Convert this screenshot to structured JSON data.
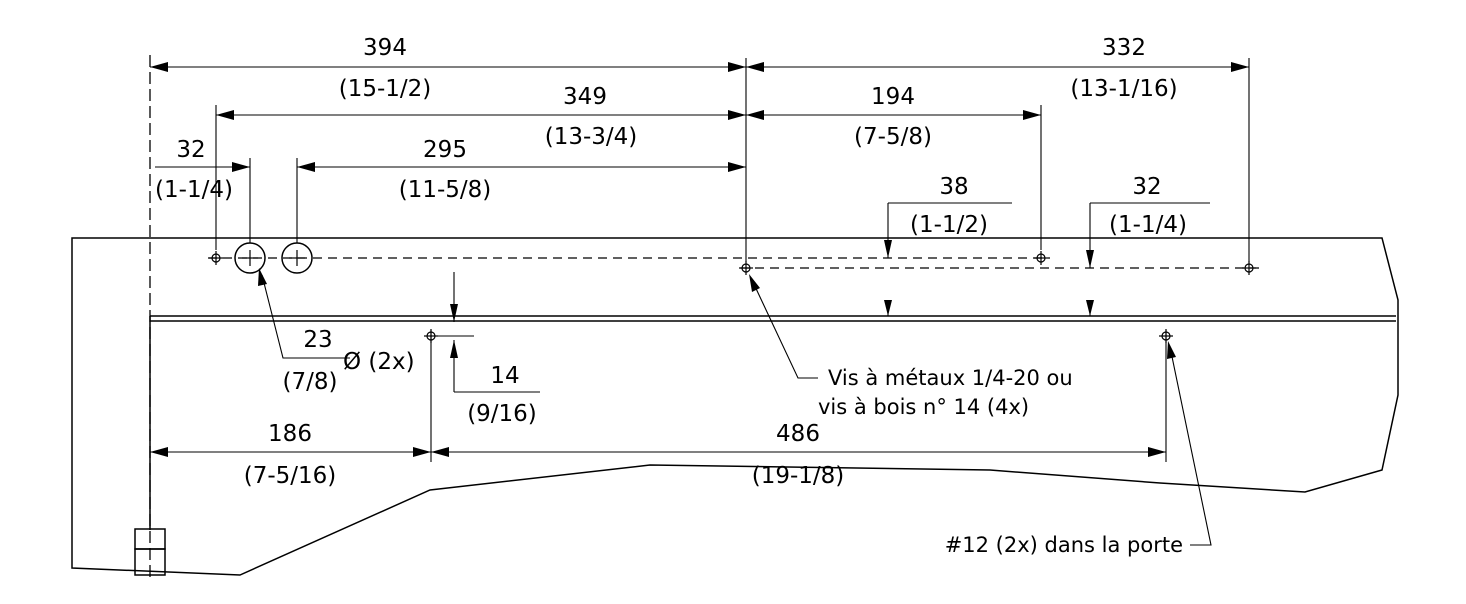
{
  "dimensions": {
    "d394": {
      "mm": "394",
      "in": "(15-1/2)"
    },
    "d332": {
      "mm": "332",
      "in": "(13-1/16)"
    },
    "d349": {
      "mm": "349",
      "in": "(13-3/4)"
    },
    "d194": {
      "mm": "194",
      "in": "(7-5/8)"
    },
    "d32a": {
      "mm": "32",
      "in": "(1-1/4)"
    },
    "d295": {
      "mm": "295",
      "in": "(11-5/8)"
    },
    "d38": {
      "mm": "38",
      "in": "(1-1/2)"
    },
    "d32b": {
      "mm": "32",
      "in": "(1-1/4)"
    },
    "d23": {
      "mm": "23",
      "in": "(7/8)",
      "suffix": "Ø (2x)"
    },
    "d14": {
      "mm": "14",
      "in": "(9/16)"
    },
    "d186": {
      "mm": "186",
      "in": "(7-5/16)"
    },
    "d486": {
      "mm": "486",
      "in": "(19-1/8)"
    }
  },
  "notes": {
    "screws_line1": "Vis à métaux 1/4-20 ou",
    "screws_line2": "vis à bois n° 14  (4x)",
    "door_screws": "#12 (2x) dans la porte"
  }
}
